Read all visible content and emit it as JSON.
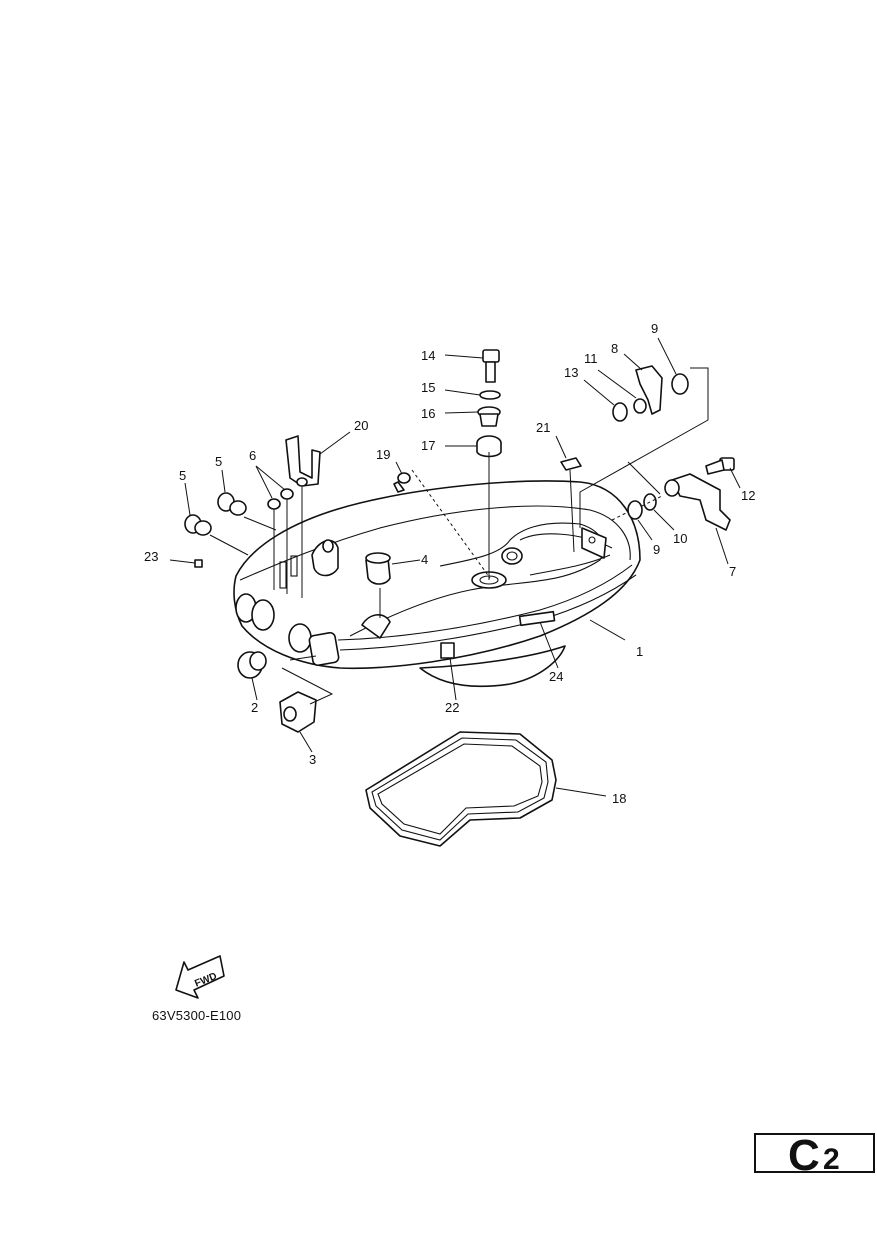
{
  "callouts": {
    "c1": "1",
    "c2": "2",
    "c3": "3",
    "c4": "4",
    "c5a": "5",
    "c5b": "5",
    "c6": "6",
    "c7": "7",
    "c8": "8",
    "c9a": "9",
    "c9b": "9",
    "c10": "10",
    "c11": "11",
    "c12": "12",
    "c13": "13",
    "c14": "14",
    "c15": "15",
    "c16": "16",
    "c17": "17",
    "c18": "18",
    "c19": "19",
    "c20": "20",
    "c21": "21",
    "c22": "22",
    "c23": "23",
    "c24": "24"
  },
  "fwd_label": "FWD",
  "drawing_code": "63V5300-E100",
  "page_code": {
    "letter": "C",
    "number": "2"
  },
  "icons": {
    "fwd": "fwd-arrow-icon"
  }
}
